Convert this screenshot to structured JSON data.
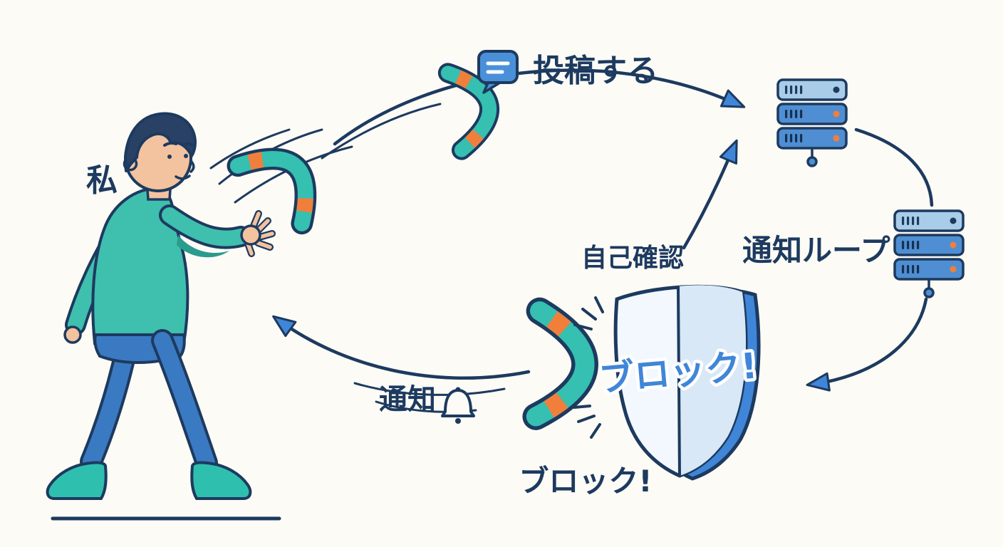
{
  "scene": {
    "background_color": "#fdfbf6",
    "labels": {
      "me": "私",
      "post": "投稿する",
      "notification_loop": "通知ループ",
      "self_check": "自己確認",
      "shield_block": "ブロック!",
      "notification": "通知",
      "block_caption": "ブロック!"
    },
    "colors": {
      "outline_navy": "#1d3a5f",
      "boomerang_teal": "#35c0b1",
      "sweater_teal": "#3fbfae",
      "shoe_teal": "#2fbfae",
      "band_orange": "#f07f3c",
      "accent_blue": "#3f86d8",
      "server_blue": "#4f8ed2",
      "server_light_blue": "#a9cde9",
      "pants_blue": "#3a7ac2",
      "skin": "#f3c29e",
      "hair_navy": "#2a4166",
      "shield_face": "#f2f8fd",
      "shield_shade": "#d8e8f6"
    },
    "icons": {
      "speech_bubble": "speech-bubble-icon",
      "bell": "bell-icon",
      "server": "server-icon",
      "shield": "shield-icon",
      "boomerang": "boomerang-icon",
      "arrowhead": "arrowhead-icon"
    }
  }
}
